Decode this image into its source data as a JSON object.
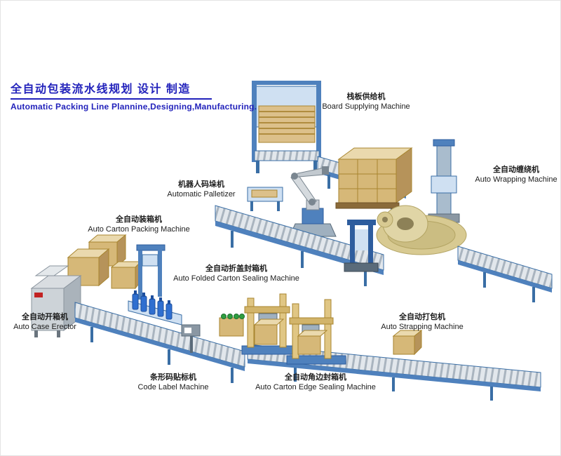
{
  "theme": {
    "accent": "#2222bb",
    "conveyor_blue": "#4f81bd",
    "frame_blue": "#3a6ea5",
    "box_tan": "#d6b878",
    "turntable_khaki": "#d8ca92",
    "label_text": "#1c1c1c"
  },
  "header": {
    "title_cn": "全自动包装流水线规划 设计 制造",
    "title_en": "Automatic Packing Line Plannine,Designing,Manufacturing."
  },
  "labels": [
    {
      "id": "board-supplying-machine",
      "cn": "栈板供给机",
      "en": "Board Supplying Machine"
    },
    {
      "id": "auto-wrapping-machine",
      "cn": "全自动缠绕机",
      "en": "Auto Wrapping Machine"
    },
    {
      "id": "automatic-palletizer",
      "cn": "机器人码垛机",
      "en": "Automatic Palletizer"
    },
    {
      "id": "auto-carton-packing-machine",
      "cn": "全自动装箱机",
      "en": "Auto Carton Packing Machine"
    },
    {
      "id": "auto-folded-carton-sealing-machine",
      "cn": "全自动折盖封箱机",
      "en": "Auto Folded Carton Sealing Machine"
    },
    {
      "id": "auto-case-erector",
      "cn": "全自动开箱机",
      "en": "Auto Case Erector"
    },
    {
      "id": "auto-strapping-machine",
      "cn": "全自动打包机",
      "en": "Auto Strapping Machine"
    },
    {
      "id": "code-label-machine",
      "cn": "条形码贴标机",
      "en": "Code Label Machine"
    },
    {
      "id": "auto-carton-edge-sealing-machine",
      "cn": "全自动角边封箱机",
      "en": "Auto Carton Edge Sealing Machine"
    }
  ]
}
